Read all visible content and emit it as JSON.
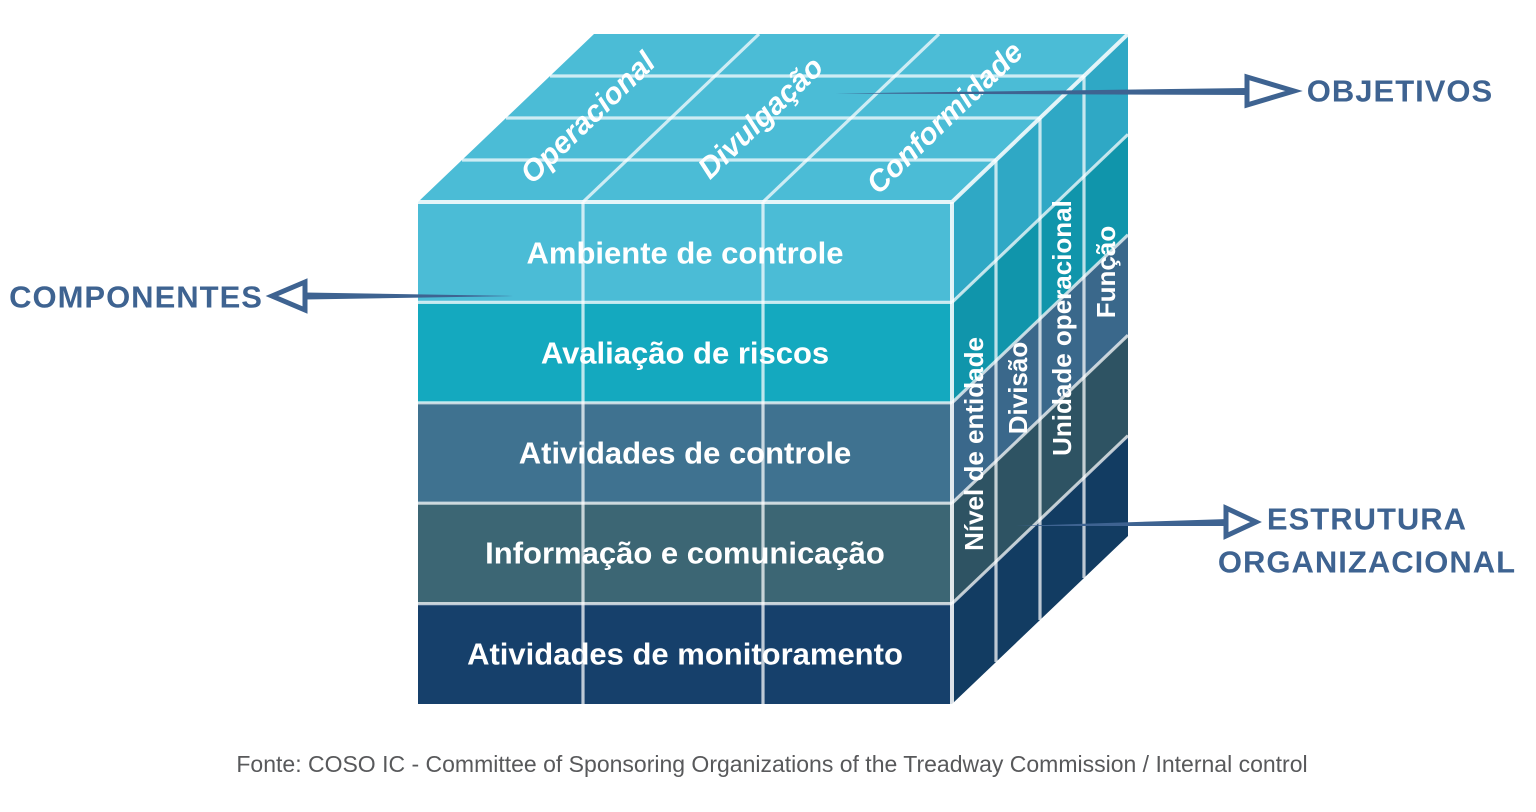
{
  "cube": {
    "objectives": [
      "Operacional",
      "Divulgação",
      "Conformidade"
    ],
    "components": [
      "Ambiente de controle",
      "Avaliação de riscos",
      "Atividades de controle",
      "Informação e comunicação",
      "Atividades de monitoramento"
    ],
    "org_structure": [
      "Nível de entidade",
      "Divisão",
      "Unidade operacional",
      "Função"
    ]
  },
  "callouts": {
    "objetivos": "OBJETIVOS",
    "componentes": "COMPONENTES",
    "estrutura_line1": "ESTRUTURA",
    "estrutura_line2": "ORGANIZACIONAL"
  },
  "caption": "Fonte: COSO IC - Committee of Sponsoring Organizations of the Treadway Commission / Internal control",
  "colors": {
    "top_face": "#4bbcd6",
    "front_bands": [
      "#4bbcd6",
      "#14a9bf",
      "#3f7290",
      "#3c6674",
      "#16406b"
    ],
    "side_bands": [
      "#2fa8c5",
      "#1095ab",
      "#3a688b",
      "#2e5363",
      "#123c62"
    ],
    "callout": "#3e6391",
    "caption": "#58595b"
  }
}
